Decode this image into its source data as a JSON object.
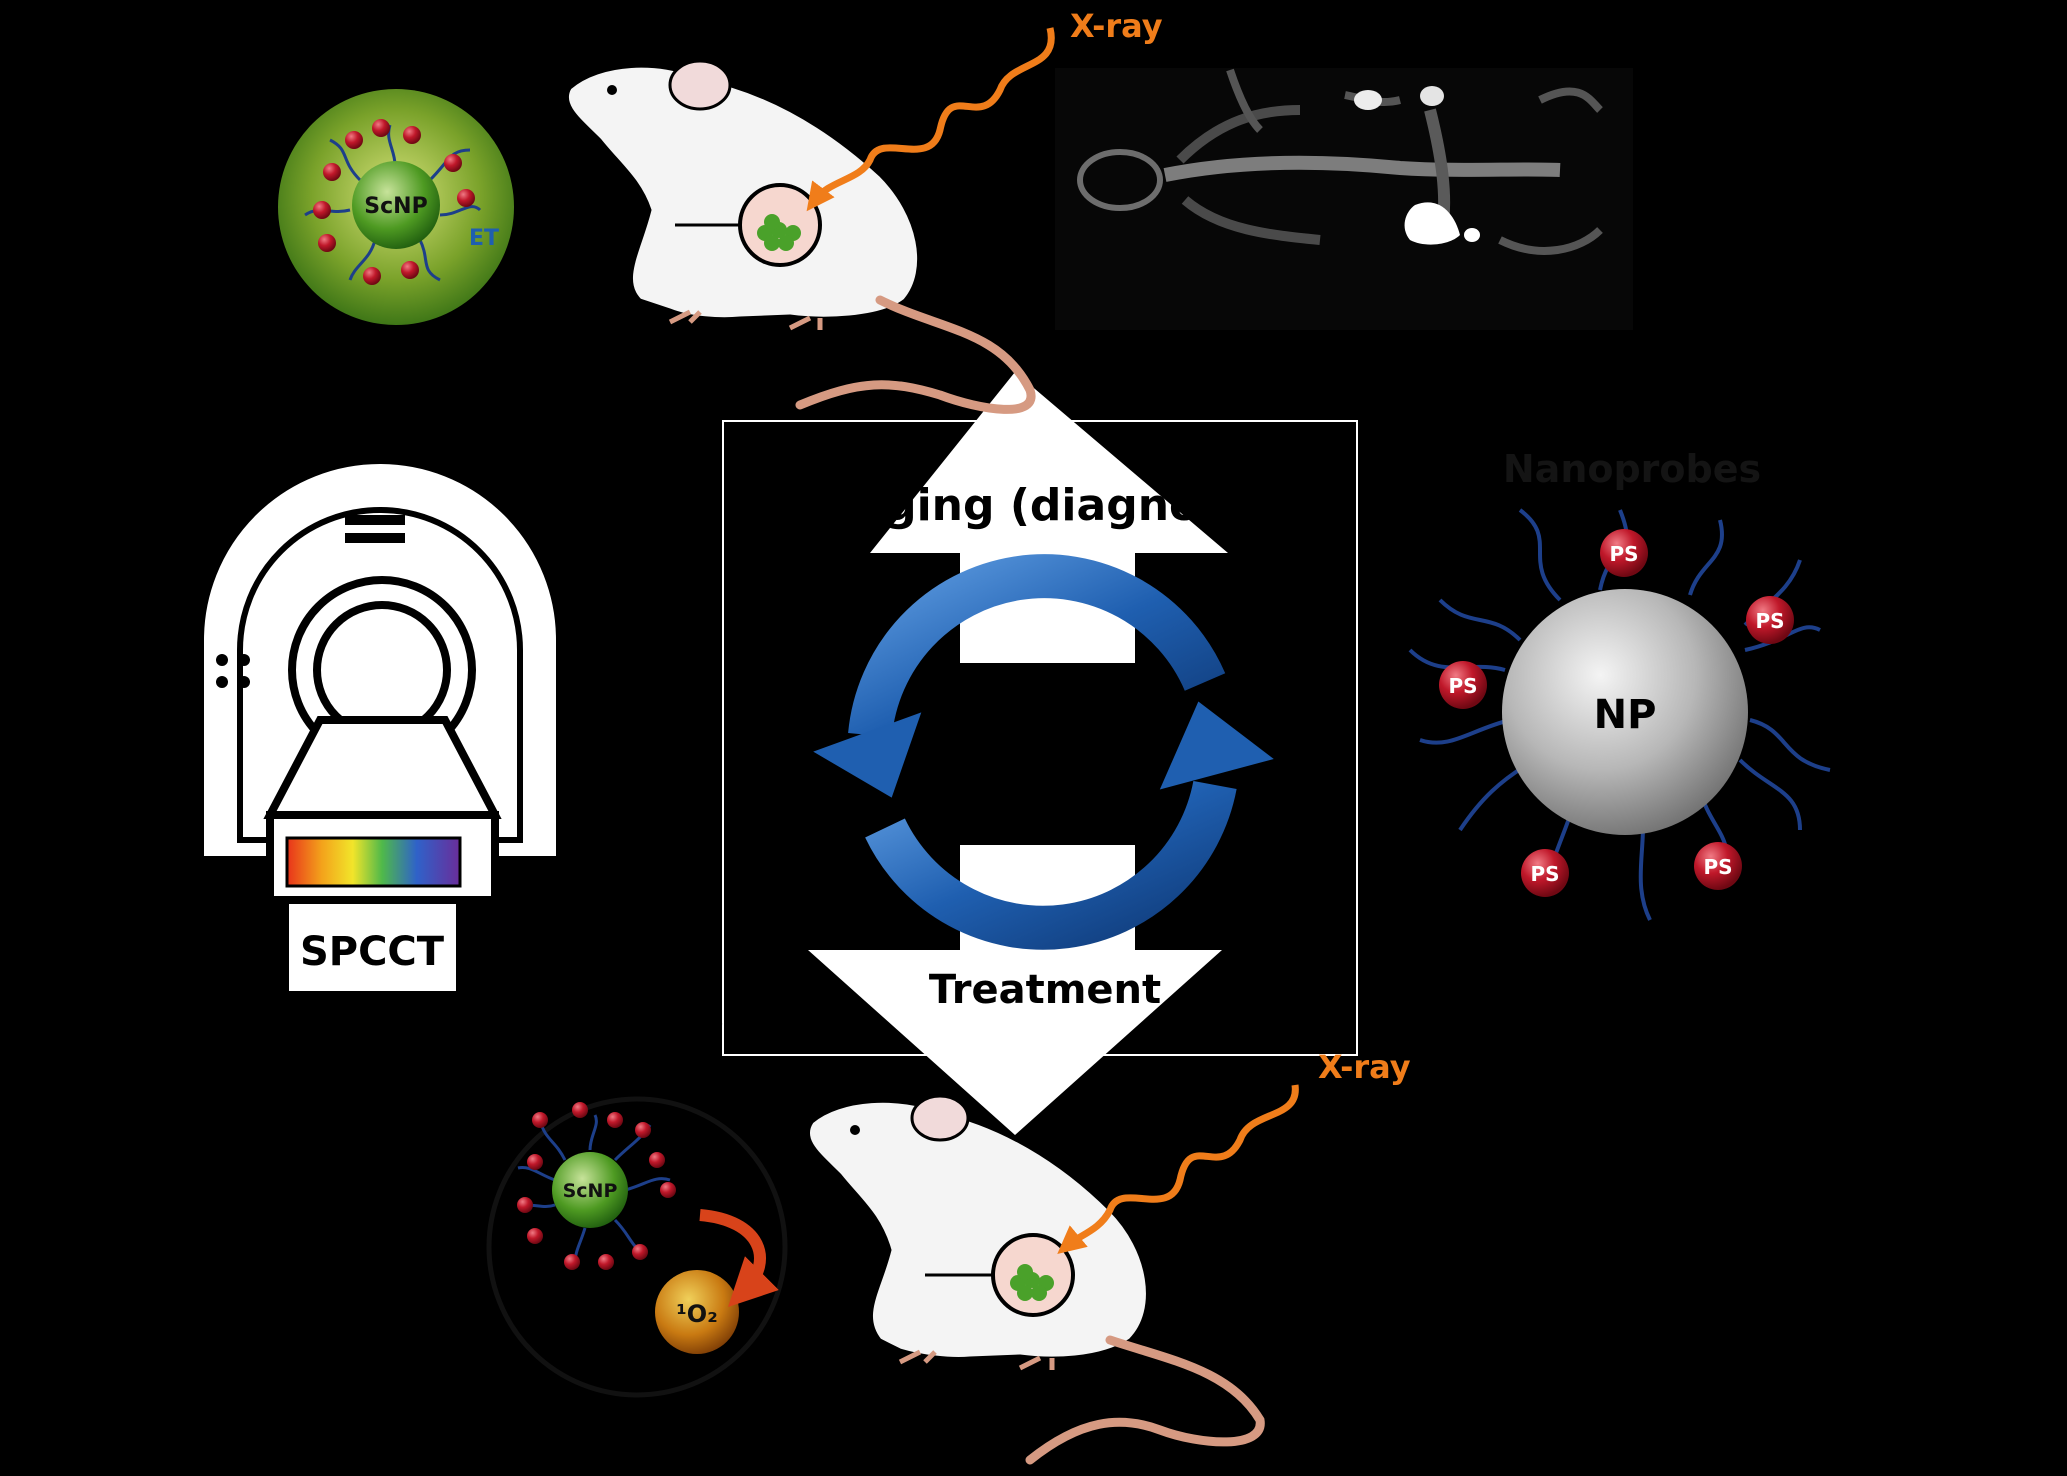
{
  "labels": {
    "xray_top": "X-ray",
    "xray_bottom": "X-ray",
    "imaging": "Imaging (diagnosis)",
    "treatment": "Treatment",
    "nanoprobes": "Nanoprobes",
    "spcct": "SPCCT",
    "np": "NP",
    "scnp_top": "ScNP",
    "scnp_bottom": "ScNP",
    "et": "ET",
    "ps": "PS",
    "singlet_oxygen": "¹O₂"
  },
  "colors": {
    "background": "#000000",
    "xray_orange": "#f07d1a",
    "cycle_blue": "#1f5fb0",
    "ps_red": "#c0182a",
    "np_gray": "#9a9a9a",
    "scnp_green": "#5a9a28",
    "ligand_blue": "#1d3f8a"
  },
  "icons": {
    "scanner": "spcct-scanner-icon",
    "cycle": "refresh-cycle-icon",
    "mouse": "mouse-illustration",
    "ct_scan": "ct-scan-image"
  }
}
